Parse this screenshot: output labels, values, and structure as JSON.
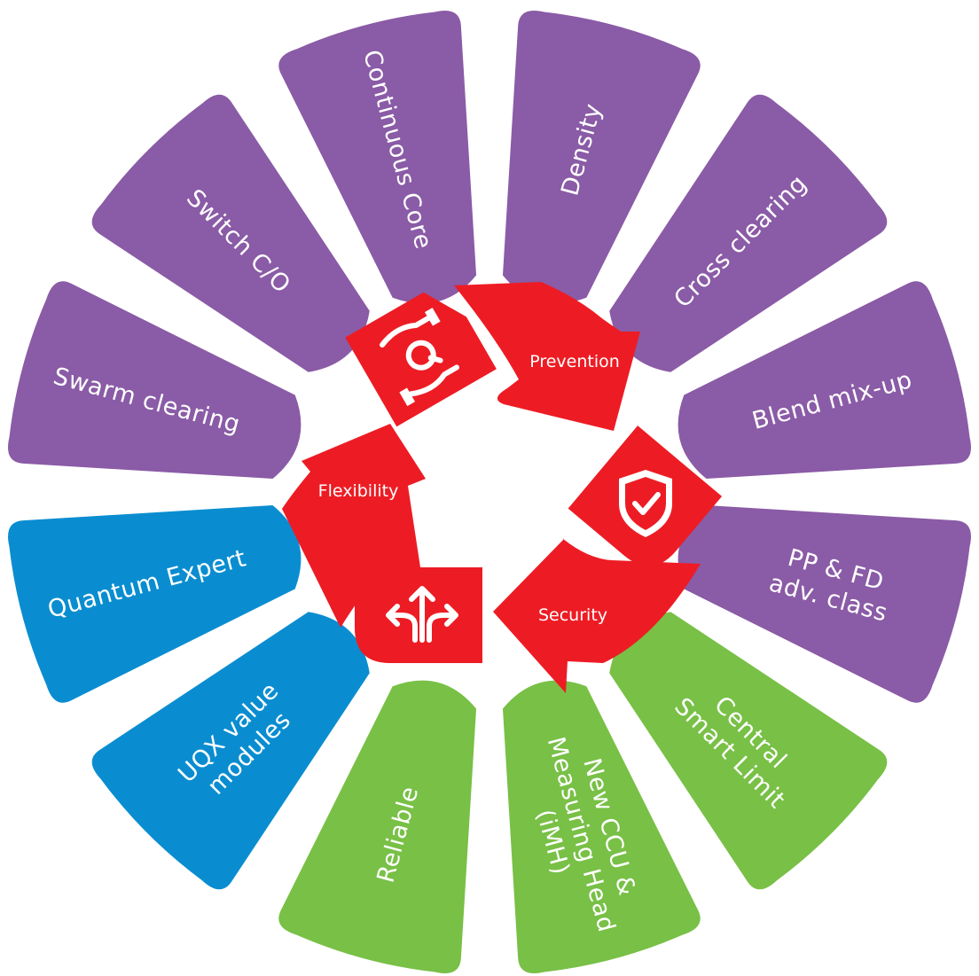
{
  "colors": {
    "purple": "#8a5ba6",
    "blue": "#0a8dd0",
    "green": "#78c046",
    "red": "#ed1c24",
    "white": "#ffffff"
  },
  "segments": [
    {
      "id": "continuous-core",
      "lines": [
        "Continuous Core"
      ],
      "color": "purple"
    },
    {
      "id": "density",
      "lines": [
        "Density"
      ],
      "color": "purple"
    },
    {
      "id": "cross-clearing",
      "lines": [
        "Cross clearing"
      ],
      "color": "purple"
    },
    {
      "id": "blend-mix-up",
      "lines": [
        "Blend mix-up"
      ],
      "color": "purple"
    },
    {
      "id": "pp-fd-adv-class",
      "lines": [
        "PP & FD",
        "adv. class"
      ],
      "color": "purple"
    },
    {
      "id": "central-smart-limit",
      "lines": [
        "Central",
        "Smart Limit"
      ],
      "color": "green"
    },
    {
      "id": "new-ccu",
      "lines": [
        "New CCU &",
        "Measuring Head",
        "(iMH)"
      ],
      "color": "green"
    },
    {
      "id": "reliable",
      "lines": [
        "Reliable"
      ],
      "color": "green"
    },
    {
      "id": "uqx-value-modules",
      "lines": [
        "UQX value",
        "modules"
      ],
      "color": "blue"
    },
    {
      "id": "quantum-expert",
      "lines": [
        "Quantum Expert"
      ],
      "color": "blue"
    },
    {
      "id": "swarm-clearing",
      "lines": [
        "Swarm clearing"
      ],
      "color": "purple"
    },
    {
      "id": "switch-co",
      "lines": [
        "Switch C/O"
      ],
      "color": "purple"
    }
  ],
  "cycle": {
    "prevention": "Prevention",
    "security": "Security",
    "flexibility": "Flexibility",
    "quality_icon": "quality-hands-icon",
    "shield_icon": "shield-check-icon",
    "arrows_icon": "split-arrows-icon"
  }
}
